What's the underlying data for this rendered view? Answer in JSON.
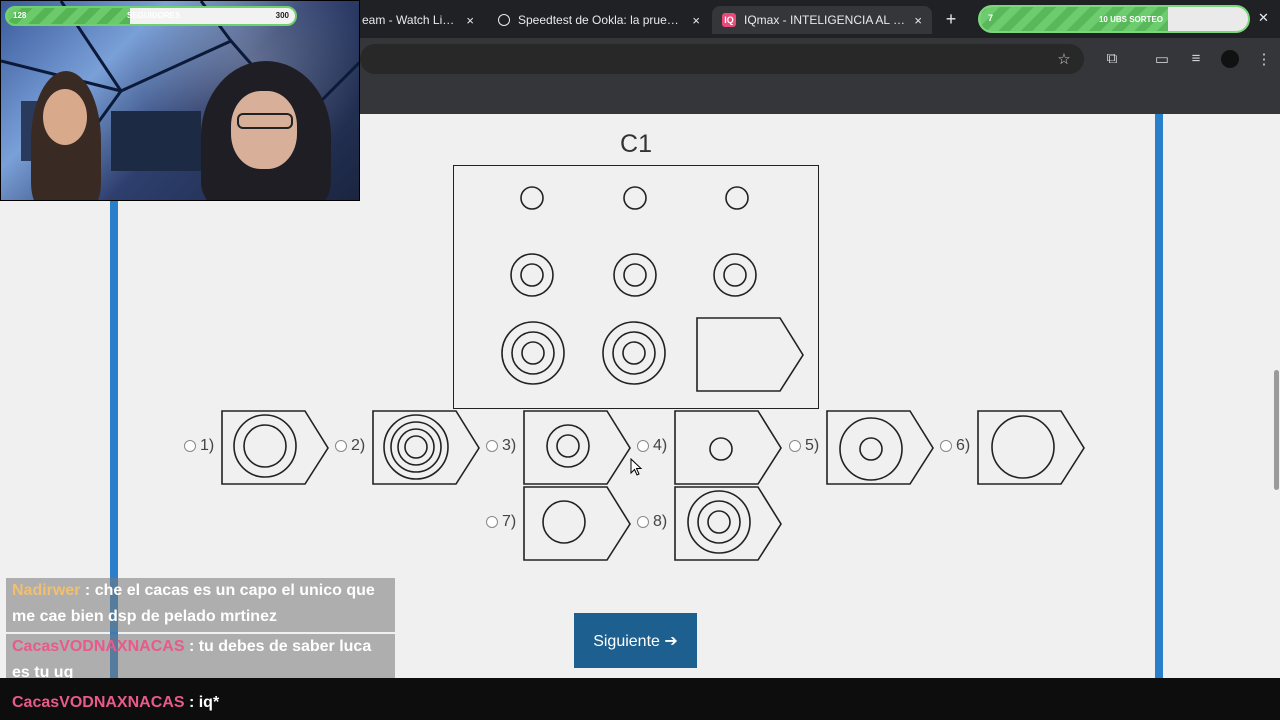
{
  "browser": {
    "tabs": [
      {
        "title": "eam - Watch Live o",
        "active": false
      },
      {
        "title": "Speedtest de Ookla: la prueba c",
        "active": false
      },
      {
        "title": "IQmax - INTELIGENCIA AL MÁX",
        "active": true
      }
    ],
    "new_tab_symbol": "+",
    "close_symbol": "×"
  },
  "giveaway": {
    "count": "7",
    "label": "10 UBS SORTEO",
    "progress": 0.7
  },
  "follower_goal": {
    "current": "128",
    "label": "SEGUIDORES",
    "goal": "300",
    "progress": 0.427
  },
  "question": {
    "title": "C1",
    "options": [
      {
        "label": "1)"
      },
      {
        "label": "2)"
      },
      {
        "label": "3)"
      },
      {
        "label": "4)"
      },
      {
        "label": "5)"
      },
      {
        "label": "6)"
      },
      {
        "label": "7)"
      },
      {
        "label": "8)"
      }
    ],
    "next_button": "Siguiente ➔"
  },
  "chat": {
    "messages": [
      {
        "user": "Nadirwer",
        "text": " : che el cacas es un capo el unico que me cae bien dsp de pelado mrtinez",
        "color": "#f0c070"
      },
      {
        "user": "CacasVODNAXNACAS",
        "text": " : tu debes de saber luca es tu uq",
        "color": "#e85a8a"
      }
    ],
    "bottom": {
      "user": "CacasVODNAXNACAS",
      "text": " : iq*",
      "color": "#e85a8a"
    }
  },
  "colors": {
    "accent_blue": "#2a7fcb",
    "button": "#1d5f8f"
  }
}
